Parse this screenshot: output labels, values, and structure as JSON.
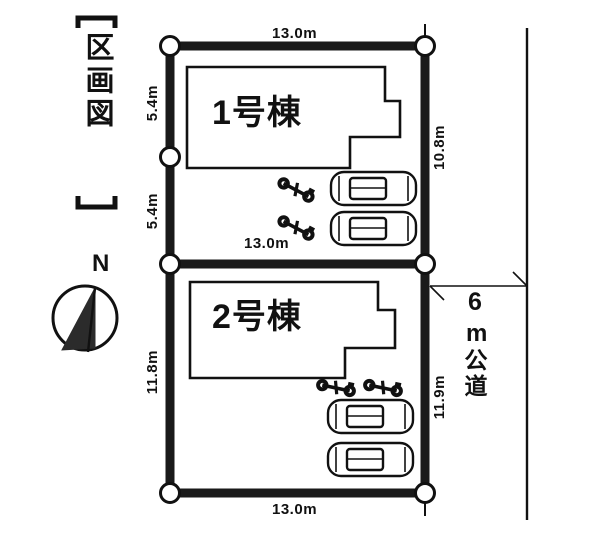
{
  "diagram": {
    "title": "区画図",
    "title_bracket_open": "〔",
    "title_bracket_close": "〕",
    "compass": {
      "label": "N",
      "icon": "north-arrow-icon"
    },
    "road": {
      "width_label": "6",
      "unit_label": "m",
      "type_label": "公道",
      "full_label": "6m公道"
    },
    "plots": [
      {
        "id": "plot-1",
        "building_label": "1号棟",
        "dimensions": {
          "top": "13.0m",
          "bottom": "13.0m",
          "left_upper": "5.4m",
          "left_lower": "5.4m",
          "right": "10.8m"
        },
        "parking": {
          "cars": 2,
          "bicycles": 2
        }
      },
      {
        "id": "plot-2",
        "building_label": "2号棟",
        "dimensions": {
          "top": "13.0m",
          "bottom": "13.0m",
          "left": "11.8m",
          "right": "11.9m"
        },
        "parking": {
          "cars": 2,
          "bicycles": 2
        }
      }
    ],
    "dimension_labels": {
      "top": "13.0m",
      "middle": "13.0m",
      "bottom": "13.0m",
      "left_top": "5.4m",
      "left_mid": "5.4m",
      "left_bottom": "11.8m",
      "right_top": "10.8m",
      "right_bottom": "11.9m"
    },
    "colors": {
      "ink": "#111111",
      "boundary": "#1a1a1a",
      "paper": "#ffffff"
    }
  }
}
